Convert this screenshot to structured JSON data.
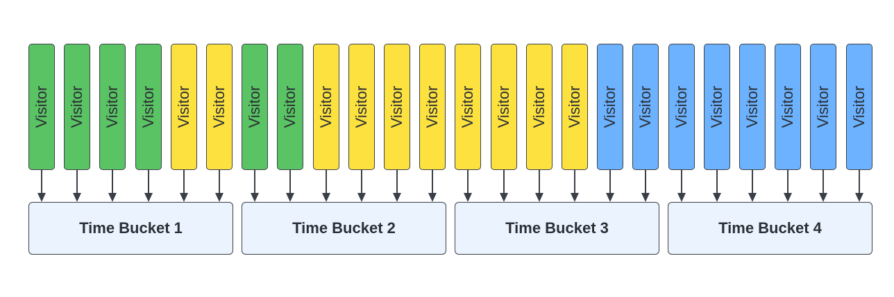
{
  "visitors": [
    {
      "label": "Visitor",
      "color": "#5ac363",
      "bucket": 1
    },
    {
      "label": "Visitor",
      "color": "#5ac363",
      "bucket": 1
    },
    {
      "label": "Visitor",
      "color": "#5ac363",
      "bucket": 1
    },
    {
      "label": "Visitor",
      "color": "#5ac363",
      "bucket": 1
    },
    {
      "label": "Visitor",
      "color": "#fde13f",
      "bucket": 1
    },
    {
      "label": "Visitor",
      "color": "#fde13f",
      "bucket": 1
    },
    {
      "label": "Visitor",
      "color": "#5ac363",
      "bucket": 2
    },
    {
      "label": "Visitor",
      "color": "#5ac363",
      "bucket": 2
    },
    {
      "label": "Visitor",
      "color": "#fde13f",
      "bucket": 2
    },
    {
      "label": "Visitor",
      "color": "#fde13f",
      "bucket": 2
    },
    {
      "label": "Visitor",
      "color": "#fde13f",
      "bucket": 2
    },
    {
      "label": "Visitor",
      "color": "#fde13f",
      "bucket": 2
    },
    {
      "label": "Visitor",
      "color": "#fde13f",
      "bucket": 3
    },
    {
      "label": "Visitor",
      "color": "#fde13f",
      "bucket": 3
    },
    {
      "label": "Visitor",
      "color": "#fde13f",
      "bucket": 3
    },
    {
      "label": "Visitor",
      "color": "#fde13f",
      "bucket": 3
    },
    {
      "label": "Visitor",
      "color": "#6cb2ff",
      "bucket": 3
    },
    {
      "label": "Visitor",
      "color": "#6cb2ff",
      "bucket": 3
    },
    {
      "label": "Visitor",
      "color": "#6cb2ff",
      "bucket": 4
    },
    {
      "label": "Visitor",
      "color": "#6cb2ff",
      "bucket": 4
    },
    {
      "label": "Visitor",
      "color": "#6cb2ff",
      "bucket": 4
    },
    {
      "label": "Visitor",
      "color": "#6cb2ff",
      "bucket": 4
    },
    {
      "label": "Visitor",
      "color": "#6cb2ff",
      "bucket": 4
    },
    {
      "label": "Visitor",
      "color": "#6cb2ff",
      "bucket": 4
    }
  ],
  "buckets": [
    {
      "label": "Time Bucket 1"
    },
    {
      "label": "Time Bucket 2"
    },
    {
      "label": "Time Bucket 3"
    },
    {
      "label": "Time Bucket 4"
    }
  ],
  "colors": {
    "green": "#5ac363",
    "yellow": "#fde13f",
    "blue": "#6cb2ff",
    "bucket_fill": "#eaf3fe",
    "stroke": "#3a3f47"
  }
}
